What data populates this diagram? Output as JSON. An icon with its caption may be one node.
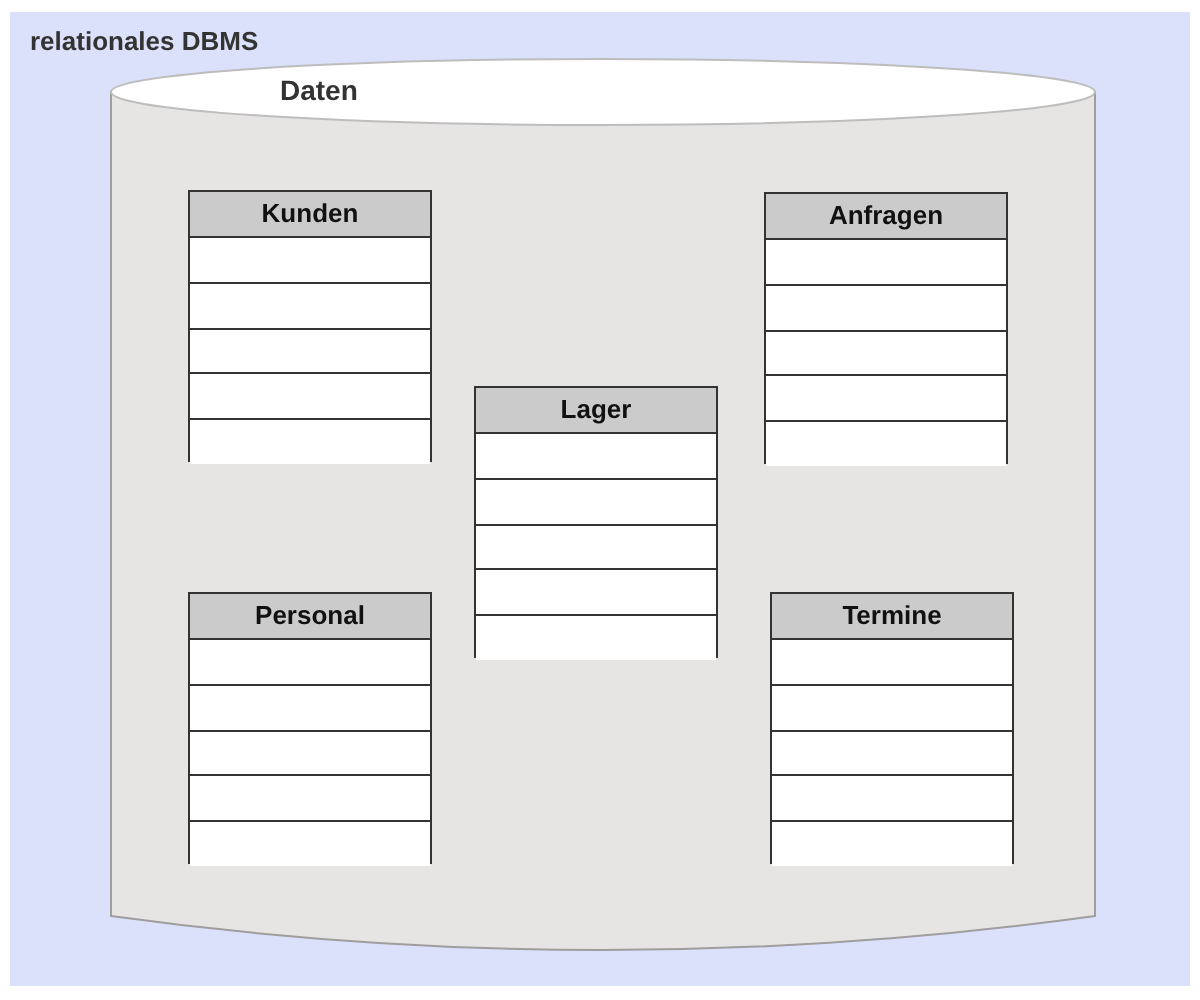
{
  "diagram": {
    "nodes": [
      {
        "text": [
          "relationales DBMS"
        ]
      },
      {
        "text": [
          "Daten"
        ],
        "in": 0
      },
      {
        "text": [
          "Kunden"
        ],
        "in": 1
      },
      {
        "text": [
          "Anfragen"
        ],
        "in": 1
      },
      {
        "text": [
          "Lager"
        ],
        "in": 1
      },
      {
        "text": [
          "Personal"
        ],
        "in": 1
      },
      {
        "text": [
          "Termine"
        ],
        "in": 1
      }
    ]
  }
}
